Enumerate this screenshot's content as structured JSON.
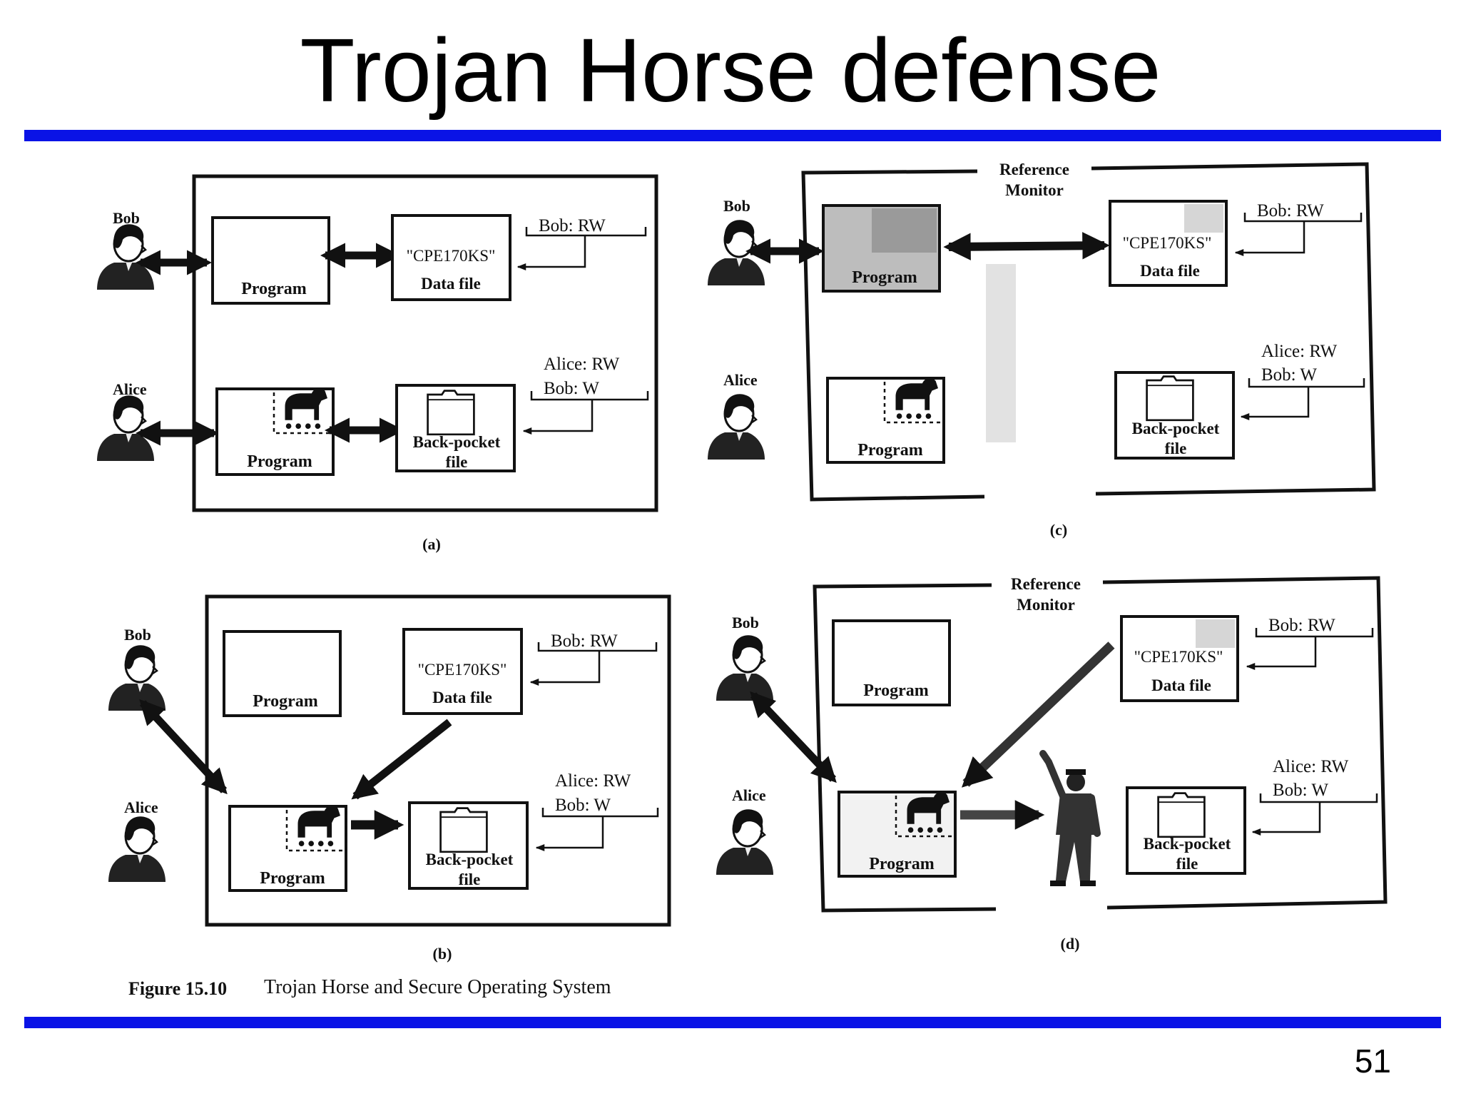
{
  "slide": {
    "title": "Trojan Horse defense",
    "page_number": "51"
  },
  "labels": {
    "bob": "Bob",
    "alice": "Alice",
    "program": "Program",
    "data_file_name": "\"CPE170KS\"",
    "data_file": "Data file",
    "back_pocket_line1": "Back-pocket",
    "back_pocket_line2": "file",
    "acl_bob_rw": "Bob: RW",
    "acl_alice_rw": "Alice: RW",
    "acl_bob_w": "Bob: W",
    "ref_monitor_line1": "Reference",
    "ref_monitor_line2": "Monitor"
  },
  "panels": {
    "a": "(a)",
    "b": "(b)",
    "c": "(c)",
    "d": "(d)"
  },
  "caption": {
    "figure_number": "Figure 15.10",
    "text": "Trojan Horse and Secure Operating System"
  },
  "colors": {
    "rule": "#0a13e6",
    "ink": "#111111"
  },
  "icons": [
    "person-icon",
    "trojan-horse-icon",
    "folder-icon",
    "guard-icon"
  ]
}
